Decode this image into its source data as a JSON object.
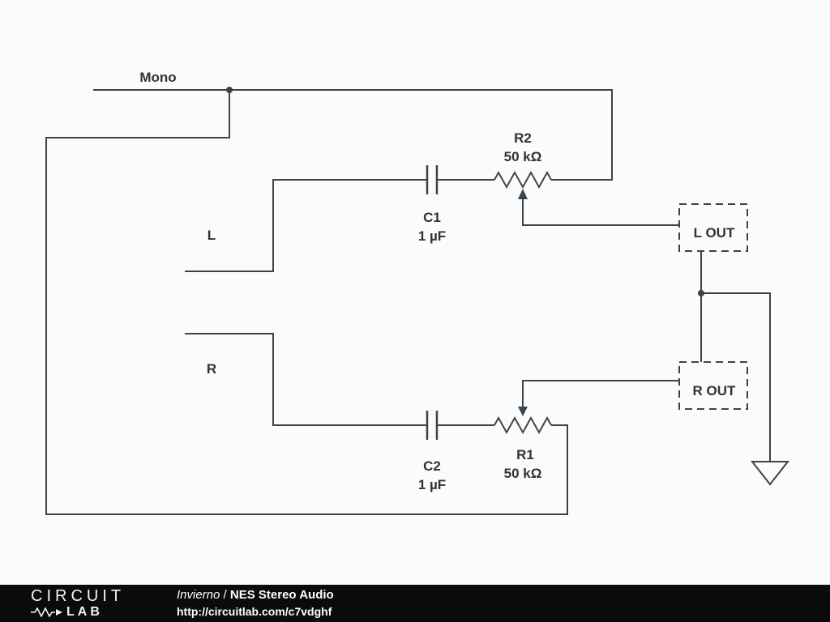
{
  "colors": {
    "background": "#fbfbfc",
    "wire": "#3a444c",
    "label": "#2c3437",
    "footer_background": "#0b0b0b",
    "footer_text": "#ffffff"
  },
  "schematic": {
    "mono_label": "Mono",
    "l_label": "L",
    "r_label": "R",
    "c1_name": "C1",
    "c1_value": "1 µF",
    "c2_name": "C2",
    "c2_value": "1 µF",
    "r1_name": "R1",
    "r1_value": "50 kΩ",
    "r2_name": "R2",
    "r2_value": "50 kΩ",
    "l_out_label": "L OUT",
    "r_out_label": "R OUT"
  },
  "footer": {
    "logo_line1": "CIRCUIT",
    "logo_line2": "LAB",
    "author": "Invierno",
    "separator": "/",
    "title": "NES Stereo Audio",
    "url": "http://circuitlab.com/c7vdghf"
  }
}
